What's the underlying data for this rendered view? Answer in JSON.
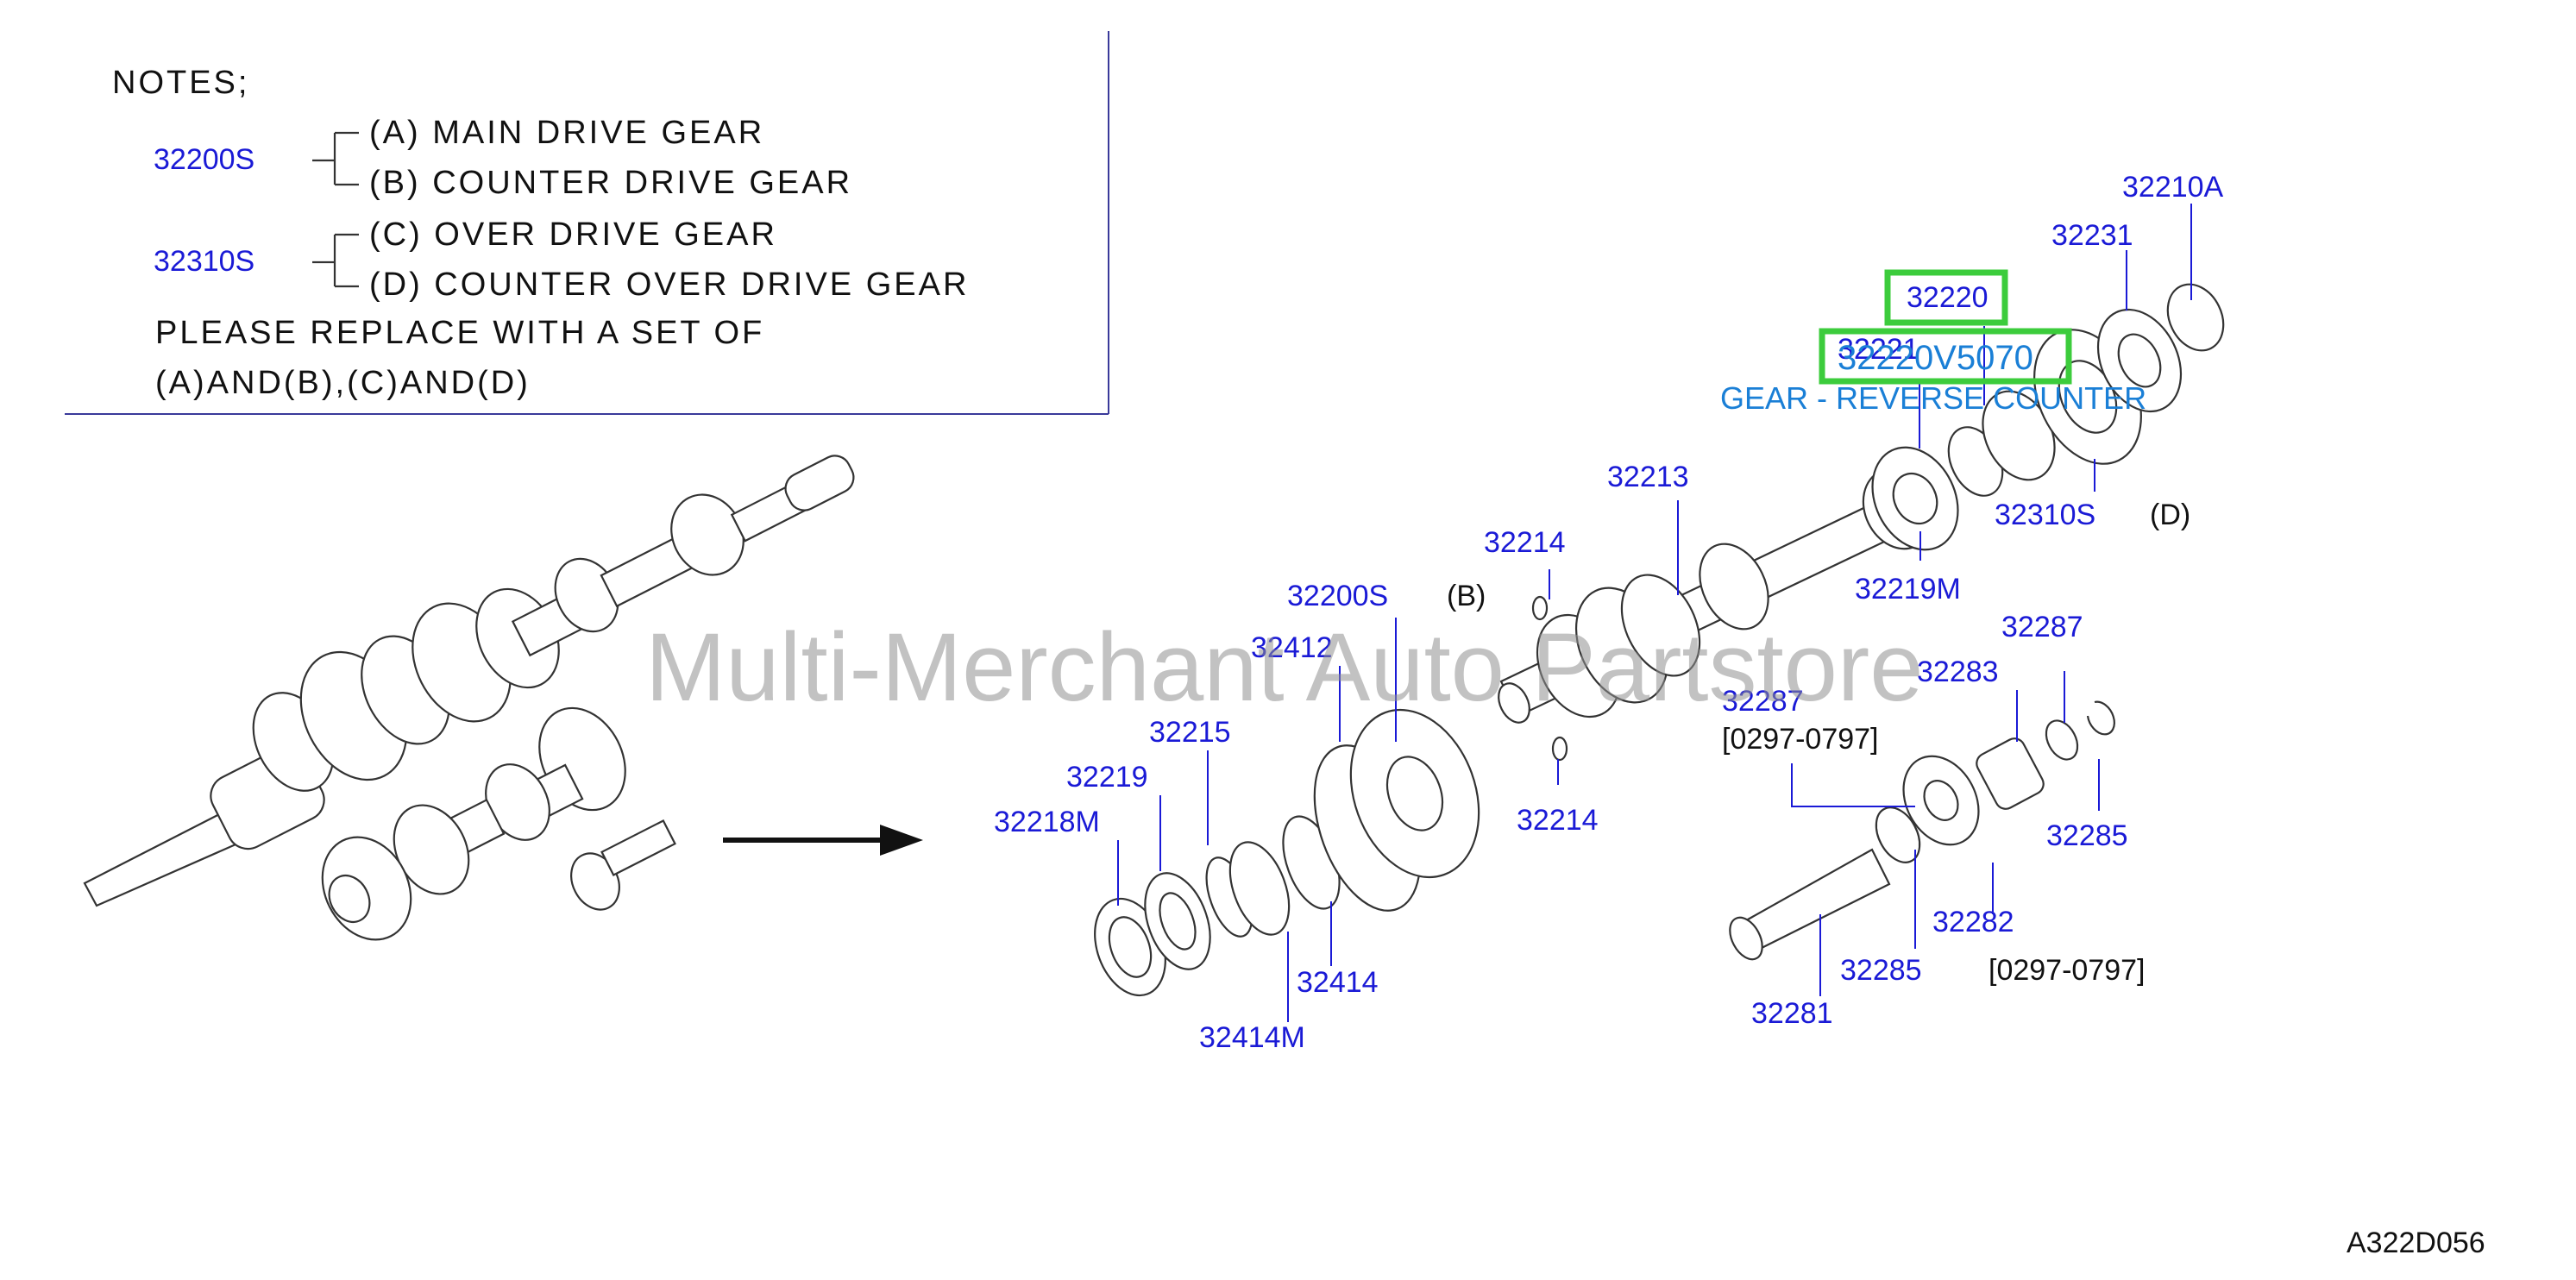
{
  "notes": {
    "heading": "NOTES;",
    "group1_code": "32200S",
    "group1_a": "(A)  MAIN  DRIVE  GEAR",
    "group1_b": "(B)  COUNTER  DRIVE  GEAR",
    "group2_code": "32310S",
    "group2_c": "(C)  OVER  DRIVE  GEAR",
    "group2_d": "(D)  COUNTER  OVER  DRIVE  GEAR",
    "replace_line1": "PLEASE  REPLACE  WITH  A  SET  OF",
    "replace_line2": "(A)AND(B),(C)AND(D)"
  },
  "parts": {
    "p32210A": "32210A",
    "p32231": "32231",
    "p32220": "32220",
    "p32221": "32221",
    "p32213": "32213",
    "p32310S": "32310S",
    "markD": "(D)",
    "p32219M": "32219M",
    "p32214a": "32214",
    "p32200S": "32200S",
    "markB": "(B)",
    "p32412": "32412",
    "p32215": "32215",
    "p32219": "32219",
    "p32218M": "32218M",
    "p32414": "32414",
    "p32414M": "32414M",
    "p32214b": "32214",
    "p32287a": "32287",
    "p32283": "32283",
    "p32287b": "32287",
    "date1": "[0297-0797]",
    "p32285a": "32285",
    "p32282": "32282",
    "p32285b": "32285",
    "date2": "[0297-0797]",
    "p32281": "32281"
  },
  "highlight": {
    "part_number": "32220V5070",
    "description": "GEAR - REVERSE COUNTER",
    "color": "#3ccc3c",
    "text_color": "#1a7fd6"
  },
  "watermark": "Multi-Merchant Auto Partstore",
  "diagram_code": "A322D056",
  "colors": {
    "label": "#1a1ad6",
    "line": "#333333"
  }
}
